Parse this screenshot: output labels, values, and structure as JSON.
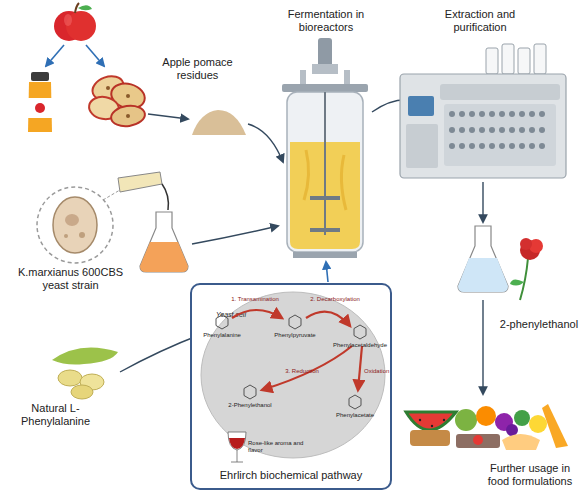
{
  "diagram": {
    "nodes": [
      {
        "text": [
          "Ehrlirch biochemical pathway"
        ]
      },
      {
        "text": [
          "Yeast cell"
        ],
        "in": 0
      }
    ],
    "labels": [
      "Apple pomace residues",
      "Fermentation in bioreactors",
      "Extraction and purification",
      "K.marxianus 600CBS yeast strain",
      "2-phenylethanol",
      "Natural L-Phenylalanine",
      "Further usage in food formulations",
      "Phenylalanine",
      "1. Transamination",
      "Phenylpyruvate",
      "2. Decarboxylation",
      "Phenylacetaldehyde",
      "3. Reduction",
      "Oxidation",
      "2-Phenylethanol",
      "Phenylacetate",
      "Rose-like aroma and flavor"
    ]
  }
}
